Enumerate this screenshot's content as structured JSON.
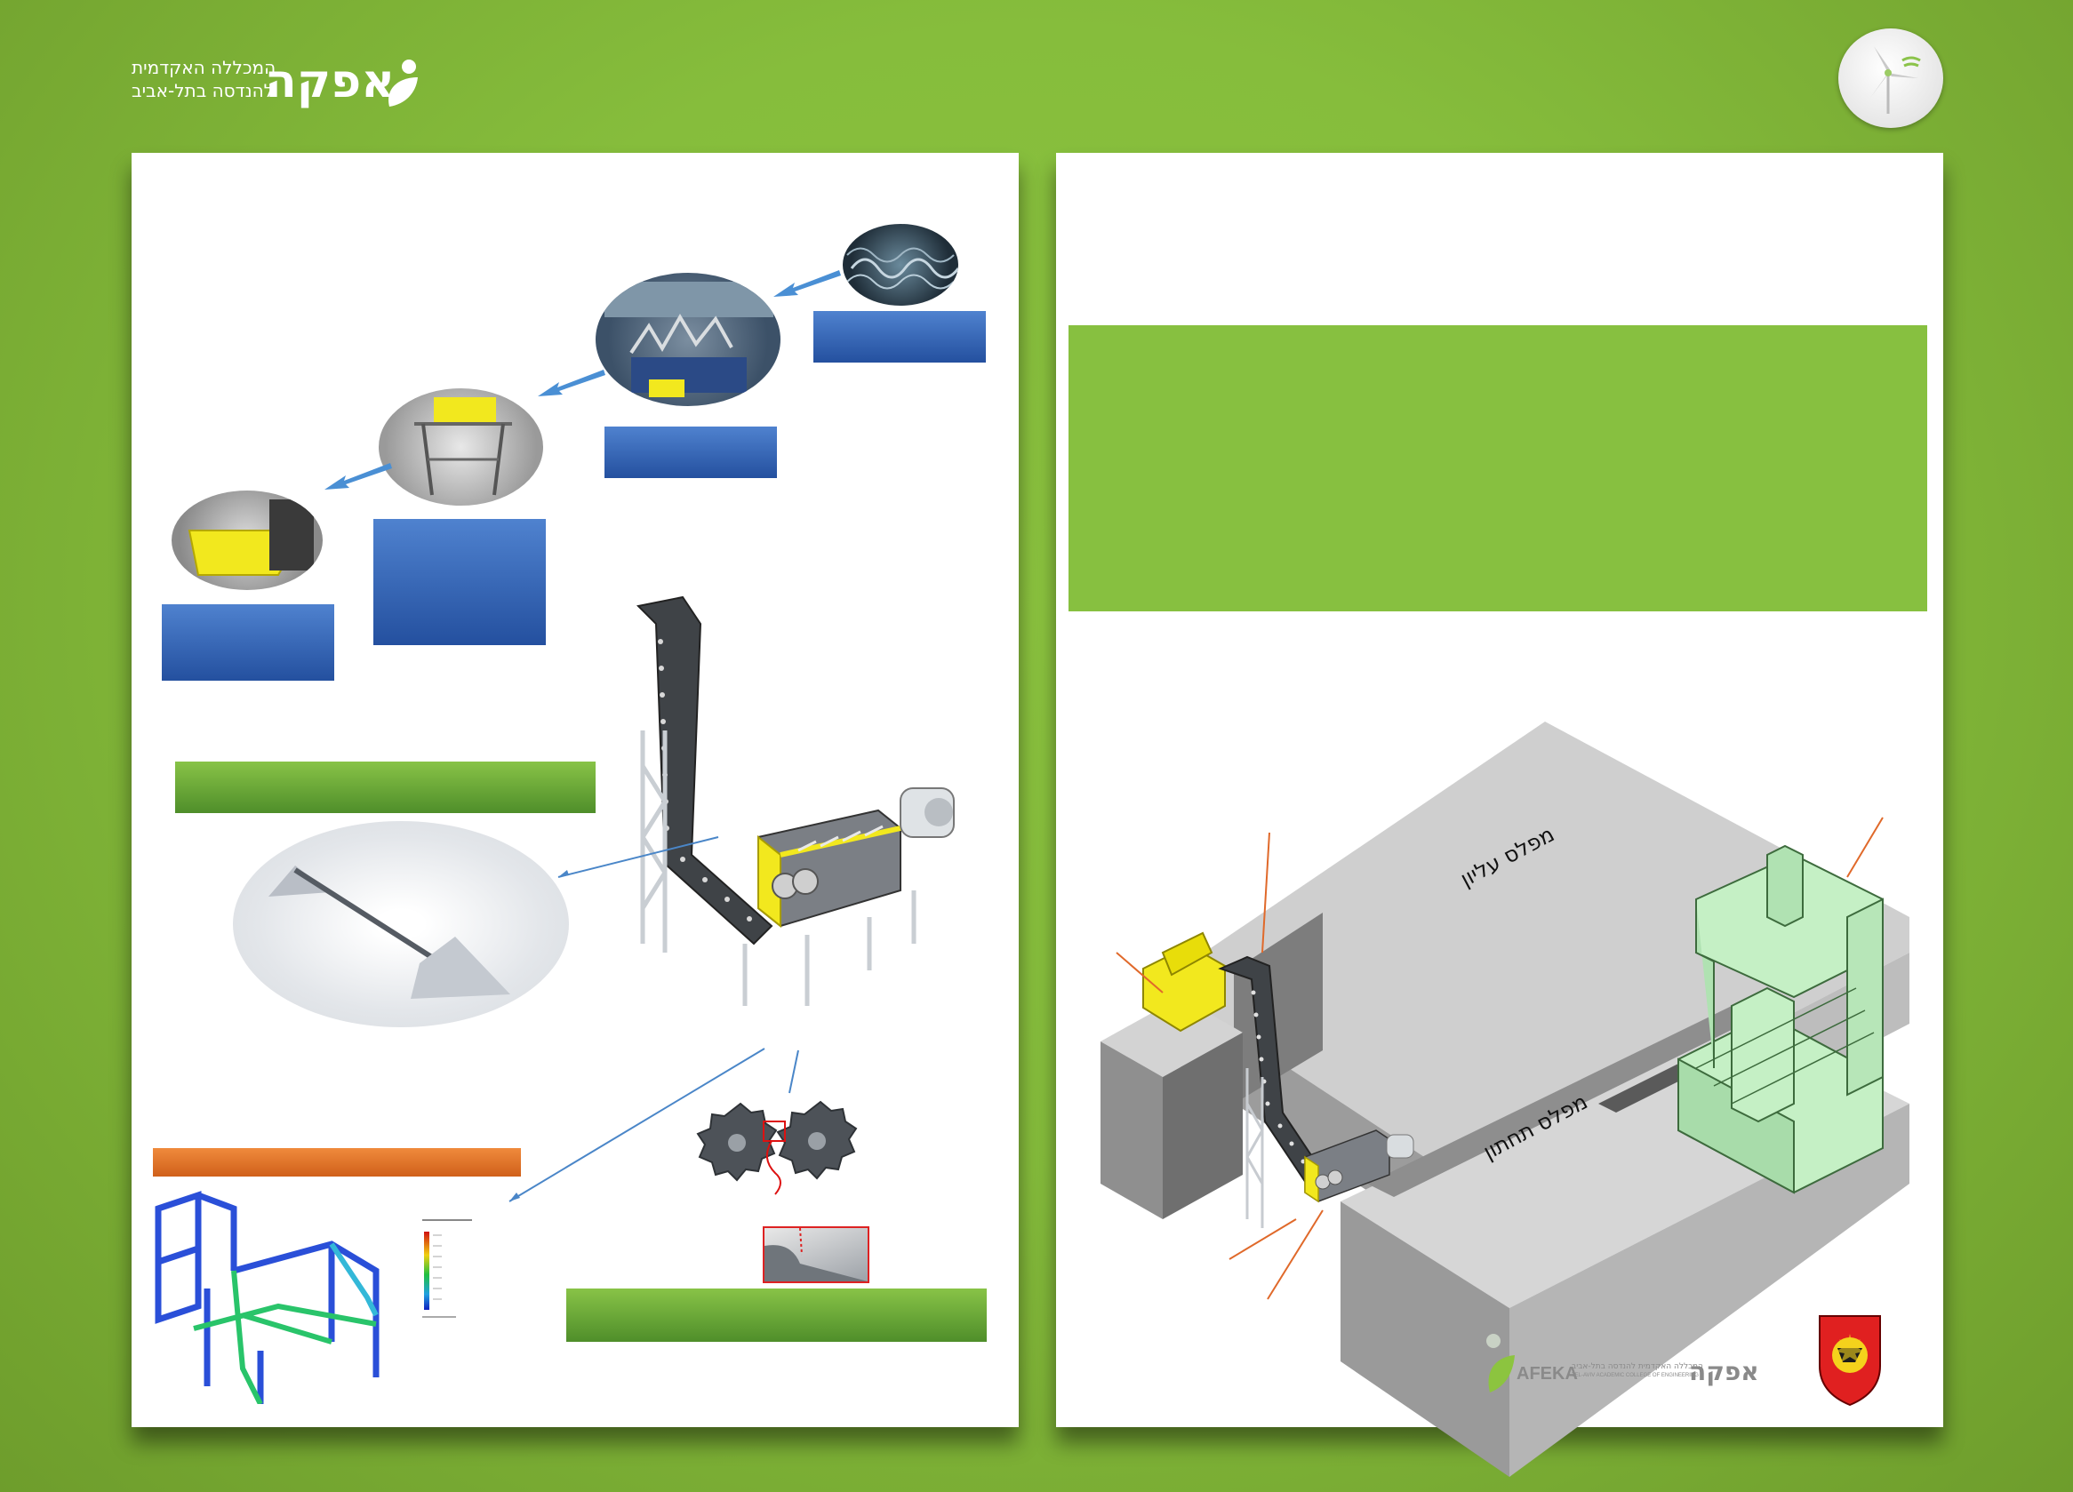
{
  "header_logo": {
    "brand": "אפקה",
    "line1": "המכללה האקדמית",
    "line2": "להנדסה בתל-אביב"
  },
  "floors": {
    "upper": "מפלס עליון",
    "lower": "מפלס תחתון"
  },
  "footer_logo": {
    "brand_latin": "AFEKA",
    "subline_latin": "TEL-AVIV ACADEMIC COLLEGE OF ENGINEERING",
    "subline_hebrew": "המכללה האקדמית להנדסה בתל-אביב",
    "brand_hebrew": "אפקה"
  },
  "colors": {
    "background": "#86bd3c",
    "green_block": "#87c040",
    "blue_box": "#2f5eb0",
    "orange_bar": "#e67428",
    "machine_yellow": "#f2e81e",
    "cnc_green": "#c5f0c5"
  }
}
